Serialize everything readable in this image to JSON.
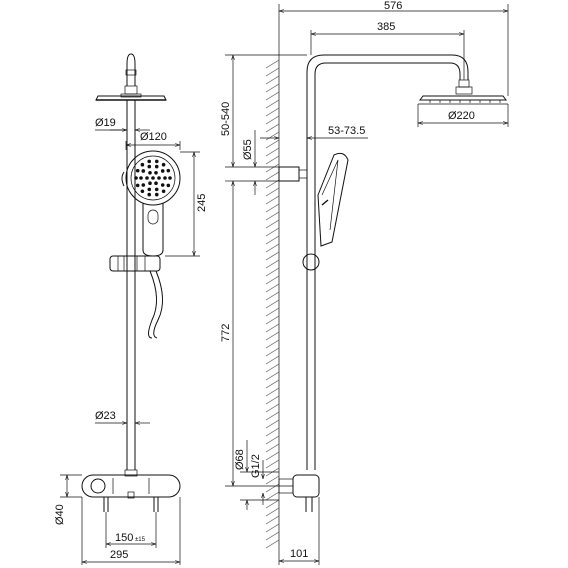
{
  "dimensions": {
    "total_width": "576",
    "arm_length": "385",
    "arm_offset": "50-540",
    "head_diameter": "Ø220",
    "pipe_diameter": "Ø19",
    "hand_shower_diameter": "Ø120",
    "holder_diameter": "Ø55",
    "wall_distance_range": "53-73.5",
    "hand_shower_length": "245",
    "rail_length": "772",
    "bar_diameter": "Ø23",
    "escutcheon_diameter": "Ø68",
    "thread": "G1/2",
    "valve_diameter": "Ø40",
    "connection_spacing": "150",
    "connection_tolerance": "±15",
    "valve_width": "295",
    "valve_depth": "101"
  }
}
